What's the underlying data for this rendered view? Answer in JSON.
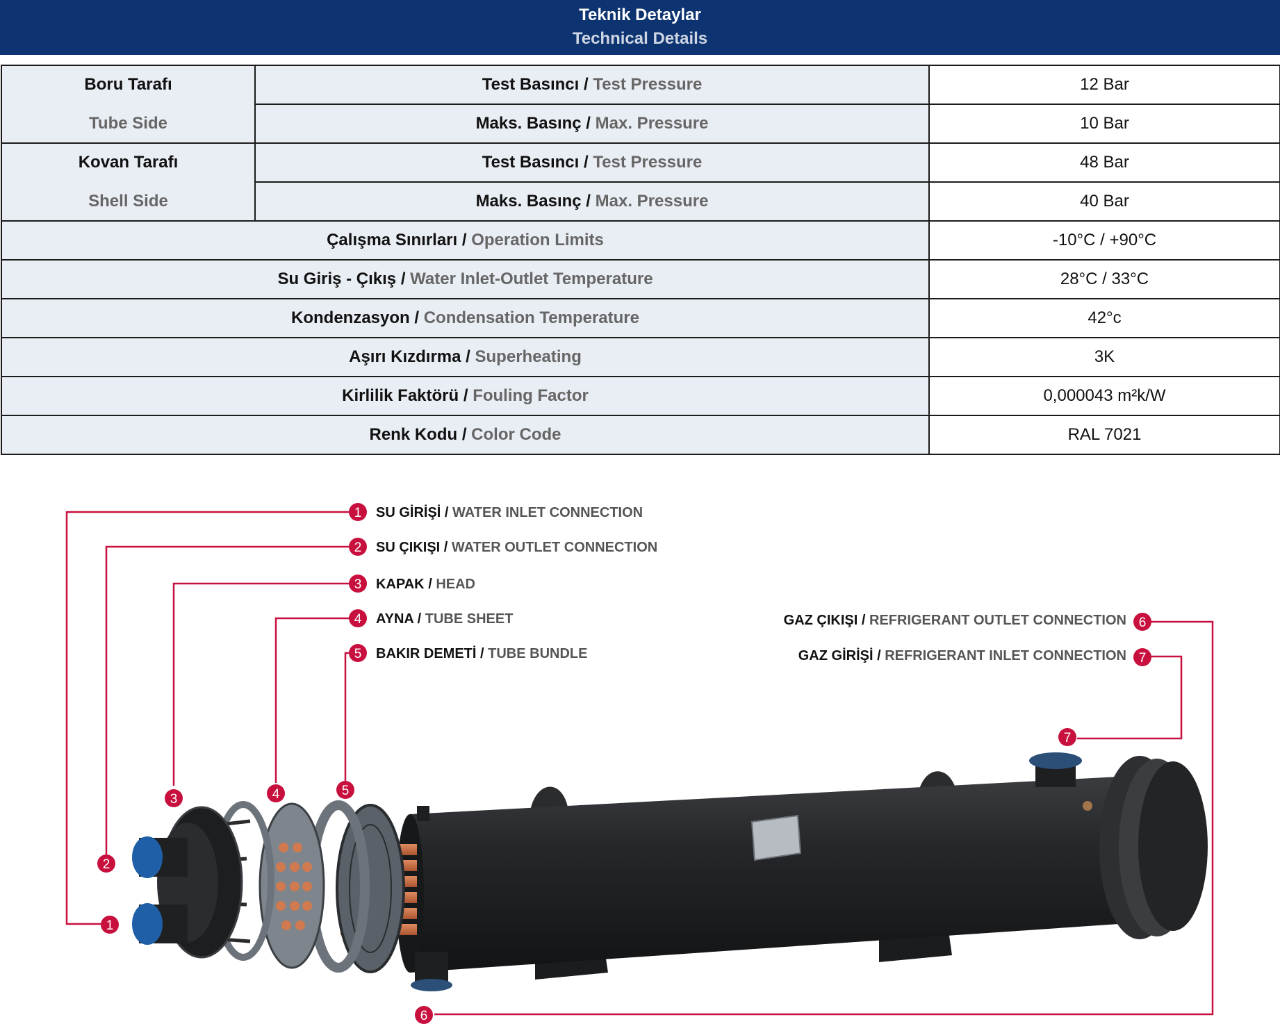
{
  "header": {
    "title_tr": "Teknik Detaylar",
    "title_en": "Technical Details"
  },
  "table": {
    "tube_side": {
      "tr": "Boru Tarafı",
      "en": "Tube Side"
    },
    "shell_side": {
      "tr": "Kovan Tarafı",
      "en": "Shell Side"
    },
    "test_pressure": {
      "tr": "Test Basıncı",
      "en": "Test Pressure"
    },
    "max_pressure": {
      "tr": "Maks. Basınç",
      "en": "Max. Pressure"
    },
    "separator": " / ",
    "rows": [
      {
        "tr": "Çalışma Sınırları",
        "en": "Operation Limits",
        "value": "-10°C / +90°C"
      },
      {
        "tr": "Su Giriş - Çıkış",
        "en": "Water Inlet-Outlet Temperature",
        "value": "28°C / 33°C"
      },
      {
        "tr": "Kondenzasyon",
        "en": "Condensation Temperature",
        "value": "42°c"
      },
      {
        "tr": "Aşırı Kızdırma",
        "en": "Superheating",
        "value": "3K"
      },
      {
        "tr": "Kirlilik Faktörü",
        "en": "Fouling Factor",
        "value": "0,000043 m²k/W"
      },
      {
        "tr": "Renk Kodu",
        "en": "Color Code",
        "value": "RAL 7021"
      }
    ],
    "values": {
      "tube_test": "12 Bar",
      "tube_max": "10 Bar",
      "shell_test": "48 Bar",
      "shell_max": "40 Bar"
    }
  },
  "callouts": [
    {
      "num": "1",
      "tr": "SU GİRİŞİ",
      "en": "WATER INLET CONNECTION"
    },
    {
      "num": "2",
      "tr": "SU ÇIKIŞI",
      "en": "WATER OUTLET CONNECTION"
    },
    {
      "num": "3",
      "tr": "KAPAK",
      "en": "HEAD"
    },
    {
      "num": "4",
      "tr": "AYNA",
      "en": "TUBE SHEET"
    },
    {
      "num": "5",
      "tr": "BAKIR DEMETİ",
      "en": "TUBE BUNDLE"
    },
    {
      "num": "6",
      "tr": "GAZ ÇIKIŞI",
      "en": "REFRIGERANT OUTLET CONNECTION"
    },
    {
      "num": "7",
      "tr": "GAZ GİRİŞİ",
      "en": "REFRIGERANT INLET CONNECTION"
    }
  ],
  "colors": {
    "header_bg": "#0d3470",
    "label_bg": "#e9edf4",
    "callout_red": "#c8103e",
    "shell_body": "#232527",
    "end_caps": "#1f5fa8",
    "copper": "#c8714a"
  }
}
